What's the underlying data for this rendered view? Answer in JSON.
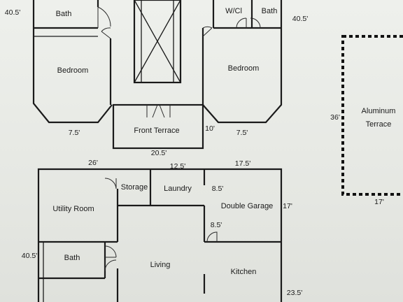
{
  "rooms": {
    "bath_top_left": "Bath",
    "wcl": "W/Cl",
    "bath_top_right": "Bath",
    "bedroom_left": "Bedroom",
    "bedroom_right": "Bedroom",
    "front_terrace": "Front Terrace",
    "aluminum_terrace": [
      "Aluminum",
      "Terrace"
    ],
    "storage": "Storage",
    "laundry": "Laundry",
    "utility_room": "Utility Room",
    "double_garage": "Double Garage",
    "bath_bottom": "Bath",
    "living": "Living",
    "kitchen": "Kitchen"
  },
  "dimensions": {
    "top_left": "40.5'",
    "top_right": "40.5'",
    "bay_left": "7.5'",
    "bay_right": "7.5'",
    "terrace_depth": "10'",
    "terrace_width": "20.5'",
    "alum_depth": "36'",
    "alum_width": "17'",
    "utility_width": "26'",
    "laundry_width": "12.5'",
    "garage_width": "17.5'",
    "garage_depth": "17'",
    "laundry_8_5_a": "8.5'",
    "laundry_8_5_b": "8.5'",
    "left_40_5_bottom": "40.5'",
    "kitchen_depth": "23.5'"
  }
}
